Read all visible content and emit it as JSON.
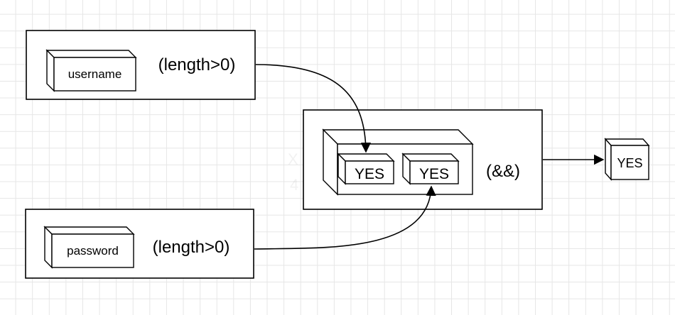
{
  "nodes": {
    "username": {
      "label": "username",
      "condition": "(length>0)"
    },
    "password": {
      "label": "password",
      "condition": "(length>0)"
    },
    "and_group": {
      "yes_left": "YES",
      "yes_right": "YES",
      "operator": "(&&)"
    },
    "result": {
      "label": "YES"
    }
  }
}
